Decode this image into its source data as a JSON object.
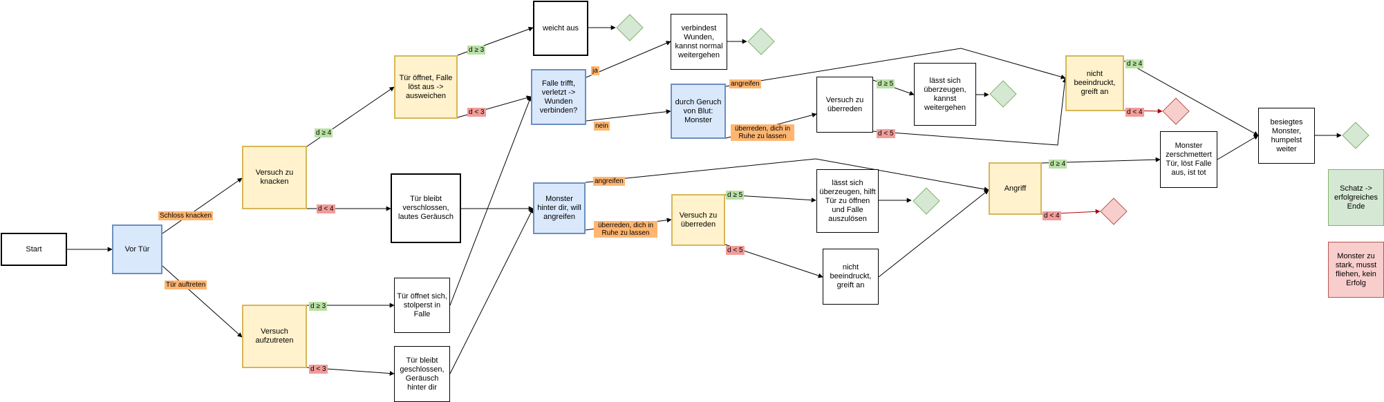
{
  "nodes": {
    "start": "Start",
    "vor_tuer": "Vor Tür",
    "versuch_knacken": "Versuch zu knacken",
    "versuch_aufzutreten": "Versuch aufzutreten",
    "tuer_oeffnet_falle": "Tür öffnet, Falle löst aus -> ausweichen",
    "tuer_bleibt_verschlossen_laut": "Tür bleibt verschlossen, lautes Geräusch",
    "tuer_oeffnet_stolperst": "Tür öffnet sich, stolperst in Falle",
    "tuer_bleibt_geschlossen_hinter": "Tür bleibt geschlossen, Geräusch hinter dir",
    "weicht_aus": "weicht aus",
    "falle_trifft": "Falle trifft, verletzt -> Wunden verbinden?",
    "verbindest_wunden": "verbindest Wunden, kannst normal weitergehen",
    "durch_geruch": "durch Geruch von Blut: Monster",
    "monster_hinter_dir": "Monster hinter dir, will angreifen",
    "versuch_ueberreden_1": "Versuch zu überreden",
    "laesst_sich_ueberzeugen_1": "lässt sich überzeugen, kannst weitergehen",
    "versuch_ueberreden_2": "Versuch zu überreden",
    "laesst_sich_ueberzeugen_2": "lässt sich überzeugen, hilft Tür zu öffnen und Falle auszulösen",
    "nicht_beeindruckt_2": "nicht beeindruckt, greift an",
    "nicht_beeindruckt_1": "nicht beeindruckt, greift an",
    "angriff": "Angriff",
    "monster_zerschmettert": "Monster zerschmettert Tür, löst Falle aus, ist tot",
    "besiegtes_monster": "besiegtes Monster, humpelst weiter"
  },
  "edge_labels": {
    "schloss_knacken": "Schloss knacken",
    "tuer_auftreten": "Tür auftreten",
    "knacken_d_ge_4": "d ≥ 4",
    "knacken_d_lt_4": "d < 4",
    "auftreten_d_ge_3": "d ≥ 3",
    "auftreten_d_lt_3": "d < 3",
    "ausweichen_d_ge_3": "d ≥ 3",
    "ausweichen_d_lt_3": "d < 3",
    "ja": "ja",
    "nein": "nein",
    "angreifen_1": "angreifen",
    "ueberreden_1": "überreden, dich in Ruhe zu lassen",
    "angreifen_2": "angreifen",
    "ueberreden_2": "überreden, dich in Ruhe zu lassen",
    "ueberreden1_d_ge_5": "d ≥ 5",
    "ueberreden1_d_lt_5": "d < 5",
    "ueberreden2_d_ge_5": "d ≥ 5",
    "ueberreden2_d_lt_5": "d < 5",
    "nb1_d_ge_4": "d ≥ 4",
    "nb1_d_lt_4": "d < 4",
    "angriff_d_ge_4": "d ≥ 4",
    "angriff_d_lt_4": "d < 4"
  },
  "legend": {
    "success": "Schatz -> erfolgreiches Ende",
    "failure": "Monster zu stark, musst fliehen, kein Erfolg"
  },
  "colors": {
    "blue_fill": "#dae8fc",
    "yellow_fill": "#fff2cc",
    "green_fill": "#d5e8d4",
    "red_fill": "#f8cecc",
    "label_orange": "#ffb570",
    "label_green": "#b9e0a5",
    "label_red": "#f19c99"
  }
}
